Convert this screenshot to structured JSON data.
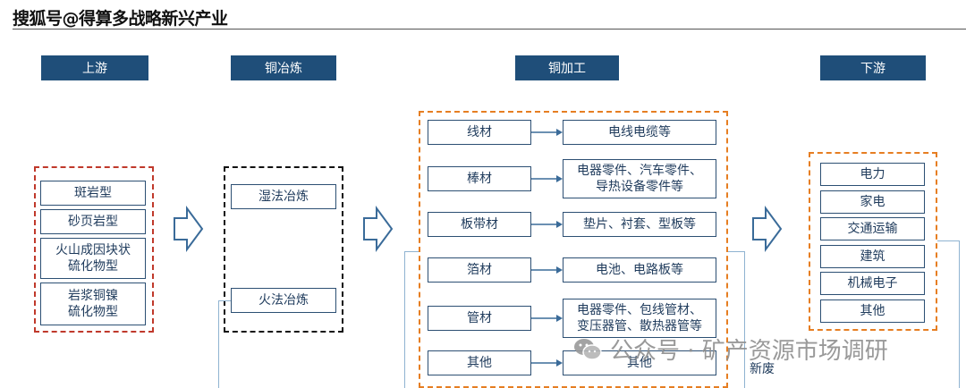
{
  "watermark_top": "搜狐号@得算多战略新兴产业",
  "headers": {
    "upstream": "上游",
    "smelting": "铜冶炼",
    "processing": "铜加工",
    "downstream": "下游"
  },
  "upstream_items": [
    "斑岩型",
    "砂页岩型",
    "火山成因块状\n硫化物型",
    "岩浆铜镍\n硫化物型"
  ],
  "smelting_items": [
    "湿法冶炼",
    "火法冶炼"
  ],
  "processing_rows": [
    {
      "material": "线材",
      "products": "电线电缆等"
    },
    {
      "material": "棒材",
      "products": "电器零件、汽车零件、\n导热设备零件等"
    },
    {
      "material": "板带材",
      "products": "垫片、衬套、型板等"
    },
    {
      "material": "箔材",
      "products": "电池、电路板等"
    },
    {
      "material": "管材",
      "products": "电器零件、包线管材、\n变压器管、散热器管等"
    },
    {
      "material": "其他",
      "products": "其他"
    }
  ],
  "downstream_items": [
    "电力",
    "家电",
    "交通运输",
    "建筑",
    "机械电子",
    "其他"
  ],
  "watermark_bottom": "公众号 · 矿产资源市场调研",
  "new_waste_label": "新废",
  "colors": {
    "header_bg": "#1f4e79",
    "box_border": "#2c4f73",
    "red_dash": "#c0392b",
    "black_dash": "#111111",
    "orange_dash": "#e67e22",
    "arrow": "#3a6b99"
  }
}
